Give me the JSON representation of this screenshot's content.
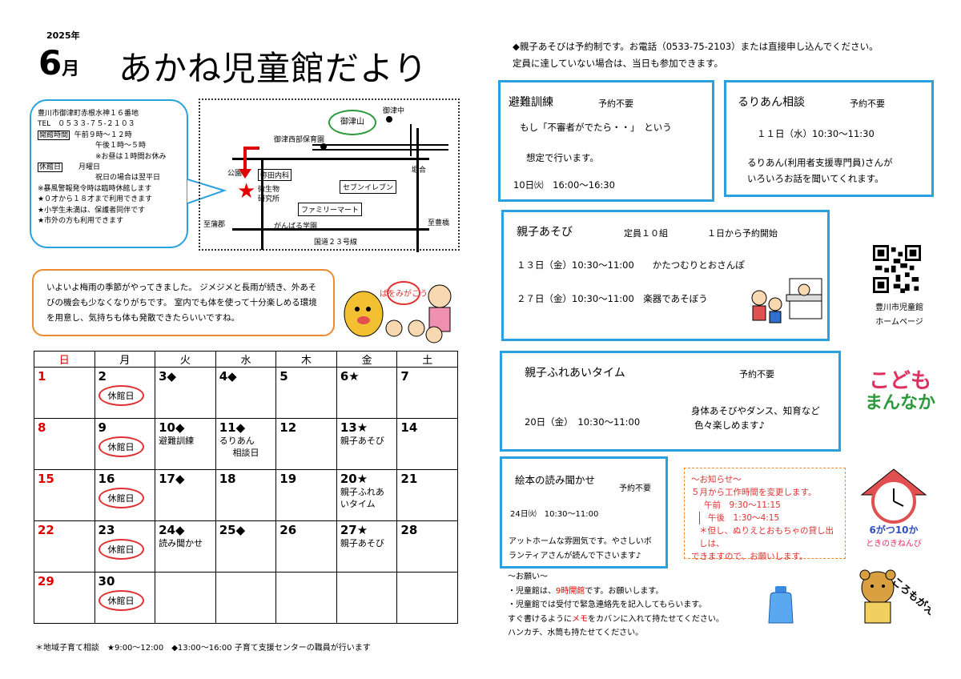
{
  "header": {
    "year": "2025年",
    "month": "6",
    "month_suffix": "月",
    "title": "あかね児童館だより"
  },
  "info": {
    "address": "豊川市御津町赤根水神１６番地",
    "tel": "TEL　０５３３-７５-２１０３",
    "hours_label": "開館時間",
    "hours_am": "午前９時～１２時",
    "hours_pm": "午後１時～５時",
    "hours_note": "※お昼は１時間お休み",
    "closed_label": "休館日",
    "closed_day": "月曜日",
    "closed_note": "祝日の場合は翌平日",
    "warning": "※暴風警報発令時は臨時休館します",
    "note1": "★０才から１８才まで利用できます",
    "note2": "★小学生未満は、保護者同伴です",
    "note3": "★市外の方も利用できます"
  },
  "map": {
    "mitsuchu": "御津中",
    "mitsuyama": "御津山",
    "hoikuen": "御津西部保育園",
    "park": "公園",
    "clinic": "弥田内科",
    "lab1": "微生物",
    "lab2": "研究所",
    "seven": "セブンイレブン",
    "hori": "堀合",
    "family": "ファミリーマート",
    "gakuen": "がんばる学園",
    "gamagori": "至蒲郡",
    "toyohashi": "至豊橋",
    "route": "国道２３号線"
  },
  "intro": {
    "text": "いよいよ梅雨の季節がやってきました。 ジメジメと長雨が続き、外あそびの機会も少なくなりがちです。 室内でも体を使って十分楽しめる環境を用意し、気持ちも体も発散できたらいいですね。",
    "bubble": "ぱをみがこう"
  },
  "calendar": {
    "weekdays": [
      "日",
      "月",
      "火",
      "水",
      "木",
      "金",
      "土"
    ],
    "closed_label": "休館日",
    "weeks": [
      [
        {
          "day": "1"
        },
        {
          "day": "2",
          "closed": true
        },
        {
          "day": "3◆"
        },
        {
          "day": "4◆"
        },
        {
          "day": "5"
        },
        {
          "day": "6★"
        },
        {
          "day": "7"
        }
      ],
      [
        {
          "day": "8"
        },
        {
          "day": "9",
          "closed": true
        },
        {
          "day": "10◆",
          "events": [
            "避難訓練"
          ]
        },
        {
          "day": "11◆",
          "events": [
            "るりあん",
            "相談日"
          ]
        },
        {
          "day": "12"
        },
        {
          "day": "13★",
          "events": [
            "親子あそび"
          ]
        },
        {
          "day": "14"
        }
      ],
      [
        {
          "day": "15"
        },
        {
          "day": "16",
          "closed": true
        },
        {
          "day": "17◆"
        },
        {
          "day": "18"
        },
        {
          "day": "19"
        },
        {
          "day": "20★",
          "events": [
            "親子ふれあ",
            "いタイム"
          ]
        },
        {
          "day": "21"
        }
      ],
      [
        {
          "day": "22"
        },
        {
          "day": "23",
          "closed": true
        },
        {
          "day": "24◆",
          "events": [
            "読み聞かせ"
          ]
        },
        {
          "day": "25◆"
        },
        {
          "day": "26"
        },
        {
          "day": "27★",
          "events": [
            "親子あそび"
          ]
        },
        {
          "day": "28"
        }
      ],
      [
        {
          "day": "29"
        },
        {
          "day": "30",
          "closed": true
        },
        {
          "day": ""
        },
        {
          "day": ""
        },
        {
          "day": ""
        },
        {
          "day": ""
        },
        {
          "day": ""
        }
      ]
    ],
    "footnote": "＊地域子育て相談　★9:00～12:00　◆13:00～16:00 子育て支援センターの職員が行います"
  },
  "notice": {
    "line1": "◆親子あそびは予約制です。お電話（0533-75-2103）または直接申し込んでください。",
    "line2": "定員に達していない場合は、当日も参加できます。"
  },
  "hinan": {
    "title": "避難訓練",
    "note": "予約不要",
    "line1": "もし「不審者がでたら・・」　という",
    "line2": "想定で行います。",
    "time": "10日㈫　16:00～16:30"
  },
  "ruri": {
    "title": "るりあん相談",
    "note": "予約不要",
    "time": "１１日（水）10:30～11:30",
    "line1": "るりあん(利用者支援専門員)さんが",
    "line2": "いろいろお話を聞いてくれます。"
  },
  "oyako": {
    "title": "親子あそび",
    "capacity": "定員１０組",
    "reserve": "１日から予約開始",
    "row1": "１３日（金）10:30～11:00　　かたつむりとおさんぽ",
    "row2": "２７日（金）10:30～11:00　楽器であそぼう"
  },
  "fureai": {
    "title": "親子ふれあいタイム",
    "note": "予約不要",
    "time": "20日（金）　10:30～11:00",
    "desc1": "身体あそびやダンス、知育など",
    "desc2": "色々楽しめます♪"
  },
  "ehon": {
    "title": "絵本の読み聞かせ",
    "note": "予約不要",
    "time": "24日㈫　10:30～11:00",
    "line1": "アットホームな雰囲気です。やさしいボ",
    "line2": "ランティアさんが読んで下さいます♪"
  },
  "oshirase": {
    "head": "～お知らせ～",
    "line1": "５月から工作時間を変更します。",
    "line2": "午前　9:30～11:15",
    "line3": "午後　1:30～4:15",
    "line4": "＊但し、ぬりえとおもちゃの貸し出しは、",
    "line5": "できますので、お願いします。"
  },
  "onegai": {
    "head": "～お願い～",
    "l1a": "・児童館は、",
    "l1b": "9時開館",
    "l1c": "です。お願いします。",
    "l2": "・児童館では受付で緊急連絡先を記入してもらいます。",
    "l3a": "すぐ書けるように",
    "l3b": "メモ",
    "l3c": "をカバンに入れて持たせてください。",
    "l4": "ハンカチ、水筒も持たせてください。"
  },
  "qr": {
    "cap1": "豊川市児童館",
    "cap2": "ホームページ"
  },
  "logo": {
    "line1": "こども",
    "line2": "まんなか",
    "clock_text": "6がつ10か",
    "clock_sub": "ときのきねんび",
    "bear_text": "ころもがえ"
  },
  "colors": {
    "blue": "#29a0e0",
    "orange": "#f08a30",
    "red": "#e00000"
  }
}
